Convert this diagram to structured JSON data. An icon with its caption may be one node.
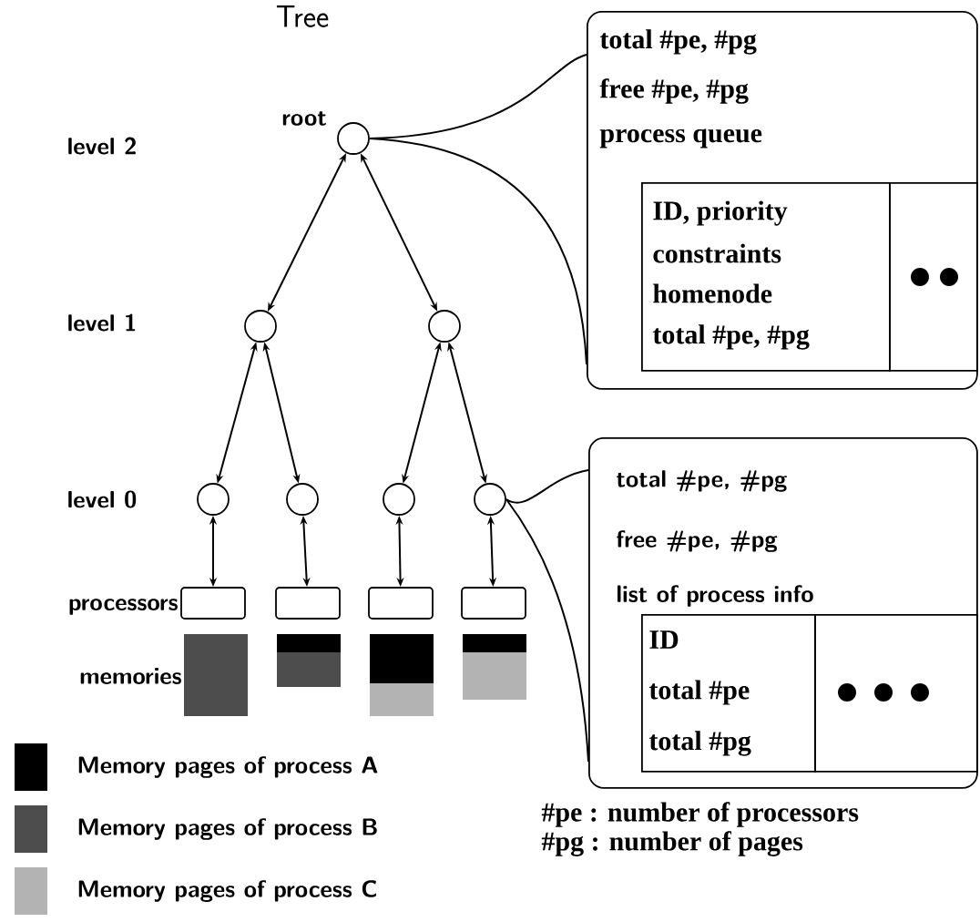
{
  "diagram": {
    "title": "Tree",
    "nodes": [
      {
        "text": [],
        "shape": "circle",
        "beside": [
          "root"
        ]
      },
      {
        "text": [],
        "shape": "circle"
      },
      {
        "text": [],
        "shape": "circle"
      },
      {
        "text": [],
        "shape": "circle"
      },
      {
        "text": [],
        "shape": "circle"
      },
      {
        "text": [],
        "shape": "circle"
      },
      {
        "text": [],
        "shape": "circle"
      },
      {
        "text": [],
        "shape": "box"
      },
      {
        "text": [],
        "shape": "box"
      },
      {
        "text": [],
        "shape": "box"
      },
      {
        "text": [],
        "shape": "box"
      },
      {
        "text": [
          "total #pe, #pg",
          "free #pe, #pg",
          "process queue"
        ]
      },
      {
        "text": [
          "ID, priority",
          "constraints",
          "homenode",
          "total #pe, #pg"
        ],
        "in": 11
      },
      {
        "text": [],
        "shape": "box",
        "in": 11
      },
      {
        "text": [
          "total #pe, #pg",
          "free #pe, #pg",
          "list of process info"
        ]
      },
      {
        "text": [
          "ID",
          "total #pe",
          "total #pg"
        ],
        "in": 14
      },
      {
        "text": [],
        "shape": "box",
        "in": 14
      }
    ],
    "edges": [
      {
        "from": 0,
        "to": 1,
        "arrow": "both"
      },
      {
        "from": 0,
        "to": 2,
        "arrow": "both"
      },
      {
        "from": 1,
        "to": 3,
        "arrow": "both"
      },
      {
        "from": 1,
        "to": 4,
        "arrow": "both"
      },
      {
        "from": 2,
        "to": 5,
        "arrow": "both"
      },
      {
        "from": 2,
        "to": 6,
        "arrow": "both"
      },
      {
        "from": 3,
        "to": 7,
        "arrow": "both"
      },
      {
        "from": 4,
        "to": 8,
        "arrow": "both"
      },
      {
        "from": 5,
        "to": 9,
        "arrow": "both"
      },
      {
        "from": 6,
        "to": 10,
        "arrow": "both"
      },
      {
        "from": 0,
        "to": 11,
        "arrow": "none"
      },
      {
        "from": 6,
        "to": 14,
        "arrow": "none"
      }
    ],
    "labels": [
      "level 2",
      "level 1",
      "level 0",
      "processors",
      "memories",
      "#pe : number of processors",
      "#pg : number of pages"
    ],
    "legend": [
      {
        "text": "Memory pages of process A",
        "color": "#000000"
      },
      {
        "text": "Memory pages of process B",
        "color": "#4d4d4d"
      },
      {
        "text": "Memory pages of process C",
        "color": "#b3b3b3"
      }
    ]
  }
}
